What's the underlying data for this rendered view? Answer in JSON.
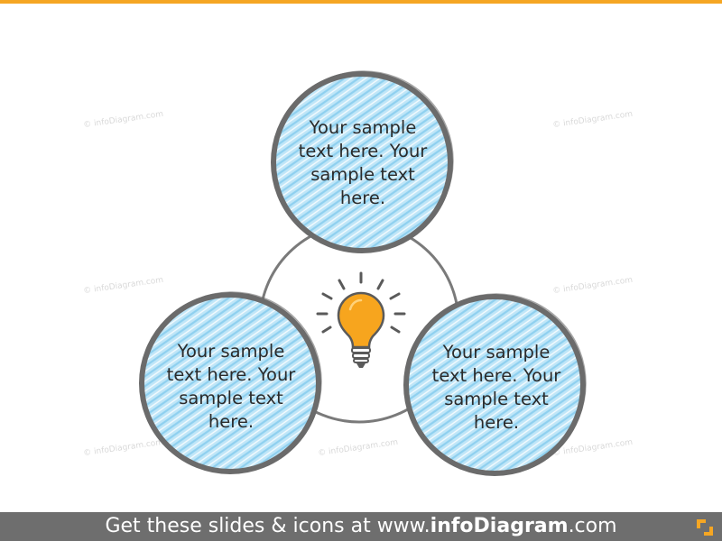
{
  "circles": [
    {
      "id": "top",
      "text": "Your sample text here. Your sample text here."
    },
    {
      "id": "left",
      "text": "Your sample text here. Your sample text here."
    },
    {
      "id": "right",
      "text": "Your sample text here. Your sample text here."
    }
  ],
  "center_icon": "lightbulb-icon",
  "watermark": "© infoDiagram.com",
  "footer": {
    "prefix": "Get these slides & icons at www.",
    "brand": "infoDiagram",
    "suffix": ".com",
    "logo_icon": "infodiagram-logo-icon"
  },
  "colors": {
    "accent": "#f5a623",
    "circle_fill": "#aee0f5",
    "circle_border": "#6b6b6b",
    "bulb": "#f7a51e",
    "footer_bg": "#6e6e6e"
  }
}
